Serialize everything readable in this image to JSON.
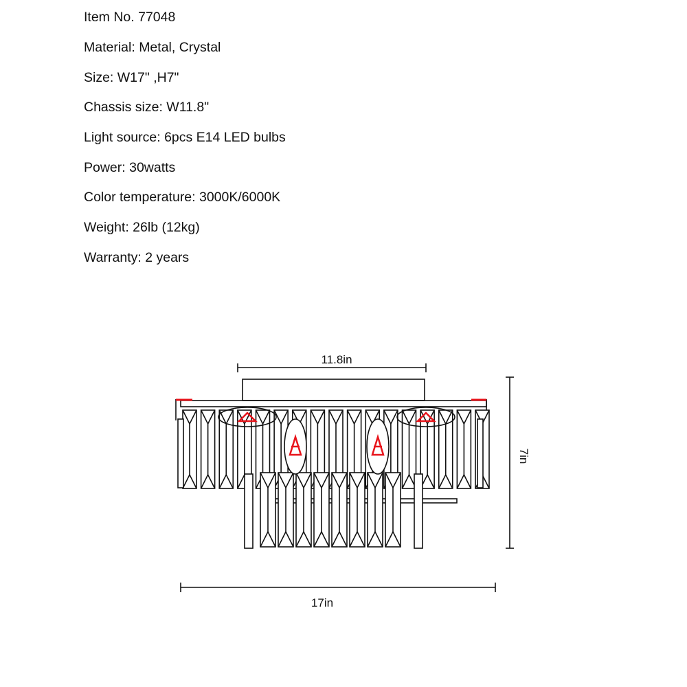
{
  "specs": [
    "Item No. 77048",
    "Material: Metal, Crystal",
    "Size: W17\" ,H7\"",
    "Chassis size: W11.8\"",
    "Light source: 6pcs E14 LED bulbs",
    "Power: 30watts",
    "Color temperature: 3000K/6000K",
    "Weight: 26lb (12kg)",
    "Warranty: 2 years"
  ],
  "diagram": {
    "chassis_width_label": "11.8in",
    "height_label": "7in",
    "width_label": "17in",
    "upper_crystal_count": 17,
    "lower_crystal_count": 8,
    "colors": {
      "line": "#111111",
      "bulb": "#e8141b"
    }
  }
}
